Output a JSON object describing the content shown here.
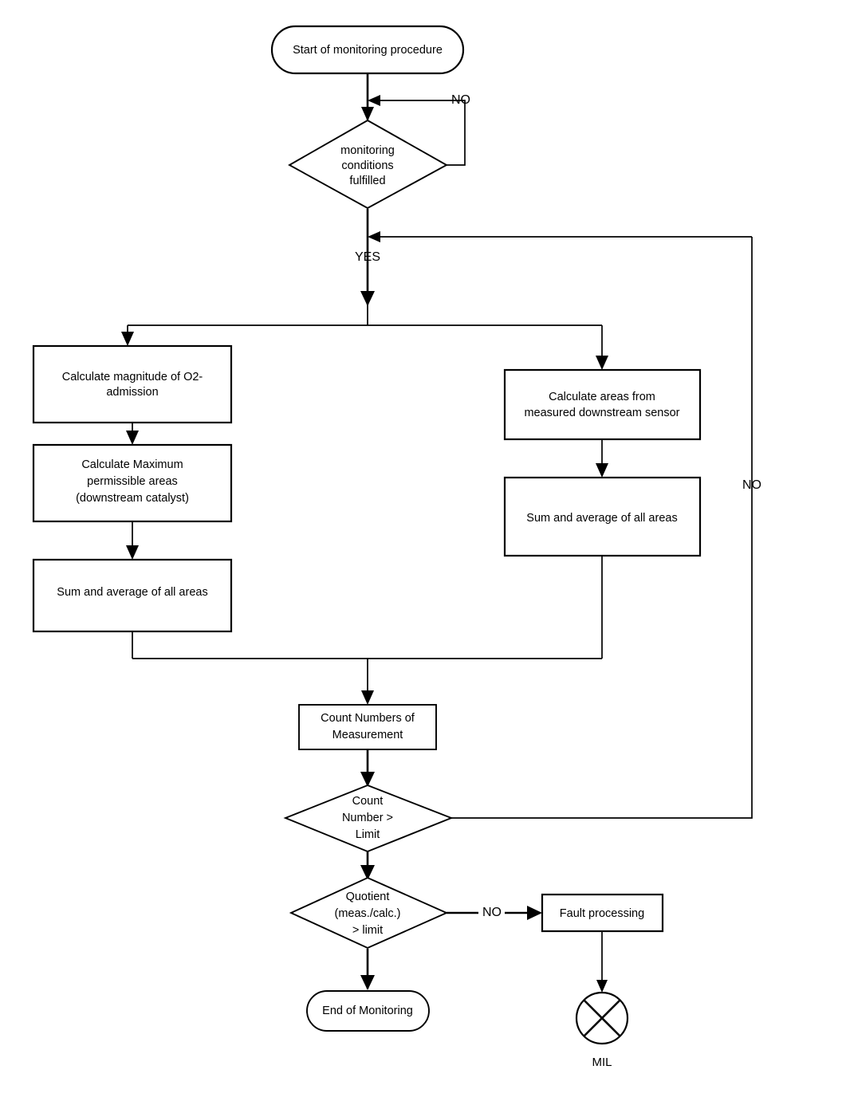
{
  "diagram": {
    "title": "Monitoring procedure flowchart",
    "type": "flowchart",
    "stroke_color": "#000000",
    "fill_color": "#ffffff"
  },
  "nodes": {
    "start": {
      "shape": "terminator",
      "label": "Start of monitoring procedure"
    },
    "cond_monitoring": {
      "shape": "decision",
      "line1": "monitoring",
      "line2": "conditions",
      "line3": "fulfilled"
    },
    "calc_o2": {
      "shape": "process",
      "line1": "Calculate magnitude of O2-",
      "line2": "admission"
    },
    "calc_max": {
      "shape": "process",
      "line1": "Calculate Maximum",
      "line2": "permissible areas",
      "line3": "(downstream catalyst)"
    },
    "sum_left": {
      "shape": "process",
      "line1": "Sum and average of all areas"
    },
    "calc_areas": {
      "shape": "process",
      "line1": "Calculate areas from",
      "line2": "measured downstream sensor"
    },
    "sum_right": {
      "shape": "process",
      "line1": "Sum and average of all areas"
    },
    "count_numbers": {
      "shape": "process",
      "line1": "Count Numbers of",
      "line2": "Measurement"
    },
    "cond_count": {
      "shape": "decision",
      "line1": "Count",
      "line2": "Number >",
      "line3": "Limit"
    },
    "cond_quotient": {
      "shape": "decision",
      "line1": "Quotient",
      "line2": "(meas./calc.)",
      "line3": "> limit"
    },
    "fault_processing": {
      "shape": "process",
      "line1": "Fault processing"
    },
    "end_monitoring": {
      "shape": "terminator",
      "label": "End of Monitoring"
    },
    "mil": {
      "shape": "circle-cross",
      "caption": "MIL"
    }
  },
  "edge_labels": {
    "cond_monitoring_no": "NO",
    "cond_monitoring_yes": "YES",
    "cond_count_no": "NO",
    "cond_quotient_no": "NO"
  }
}
